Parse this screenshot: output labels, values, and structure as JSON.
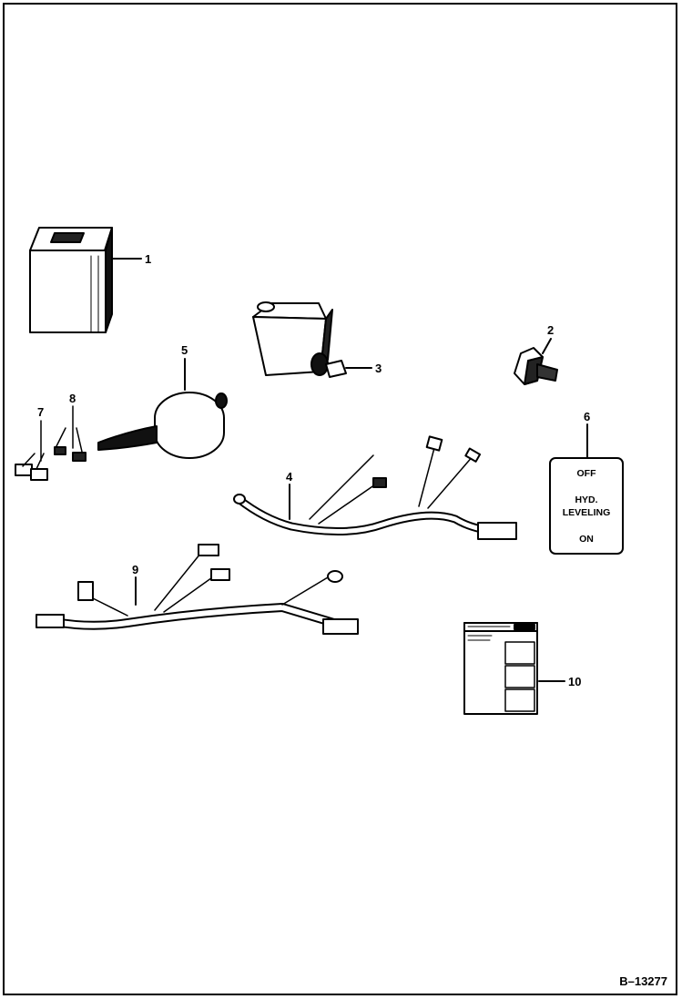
{
  "figure": {
    "id": "B–13277"
  },
  "callouts": {
    "c1": "1",
    "c2": "2",
    "c3": "3",
    "c4": "4",
    "c5": "5",
    "c6": "6",
    "c7": "7",
    "c8": "8",
    "c9": "9",
    "c10": "10"
  },
  "decal": {
    "off": "OFF",
    "line1": "HYD.",
    "line2": "LEVELING",
    "on": "ON"
  }
}
